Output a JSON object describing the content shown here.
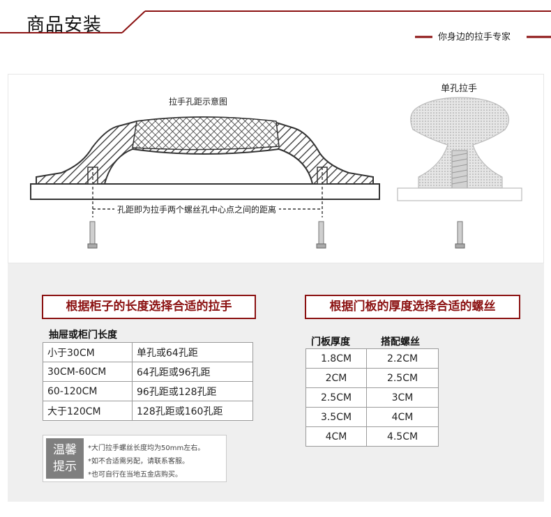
{
  "header": {
    "title": "商品安装",
    "slogan": "你身边的拉手专家",
    "accent_color": "#8b1111"
  },
  "diagram": {
    "title": "拉手孔距示意图",
    "spacing_note": "孔距即为拉手两个螺丝孔中心点之间的距离",
    "knob_title": "单孔拉手"
  },
  "left_section": {
    "title": "根据柜子的长度选择合适的拉手",
    "column_header": "抽屉或柜门长度",
    "rows": [
      {
        "length": "小于30CM",
        "handle": "单孔或64孔距"
      },
      {
        "length": "30CM-60CM",
        "handle": "64孔距或96孔距"
      },
      {
        "length": "60-120CM",
        "handle": "96孔距或128孔距"
      },
      {
        "length": "大于120CM",
        "handle": "128孔距或160孔距"
      }
    ]
  },
  "right_section": {
    "title": "根据门板的厚度选择合适的螺丝",
    "col1_header": "门板厚度",
    "col2_header": "搭配螺丝",
    "rows": [
      {
        "thickness": "1.8CM",
        "screw": "2.2CM"
      },
      {
        "thickness": "2CM",
        "screw": "2.5CM"
      },
      {
        "thickness": "2.5CM",
        "screw": "3CM"
      },
      {
        "thickness": "3.5CM",
        "screw": "4CM"
      },
      {
        "thickness": "4CM",
        "screw": "4.5CM"
      }
    ]
  },
  "tips": {
    "badge_line1": "温馨",
    "badge_line2": "提示",
    "lines": [
      "*大门拉手螺丝长度均为50mm左右。",
      "*如不合适需另配，请联系客服。",
      "*也可自行在当地五金店购买。"
    ]
  }
}
